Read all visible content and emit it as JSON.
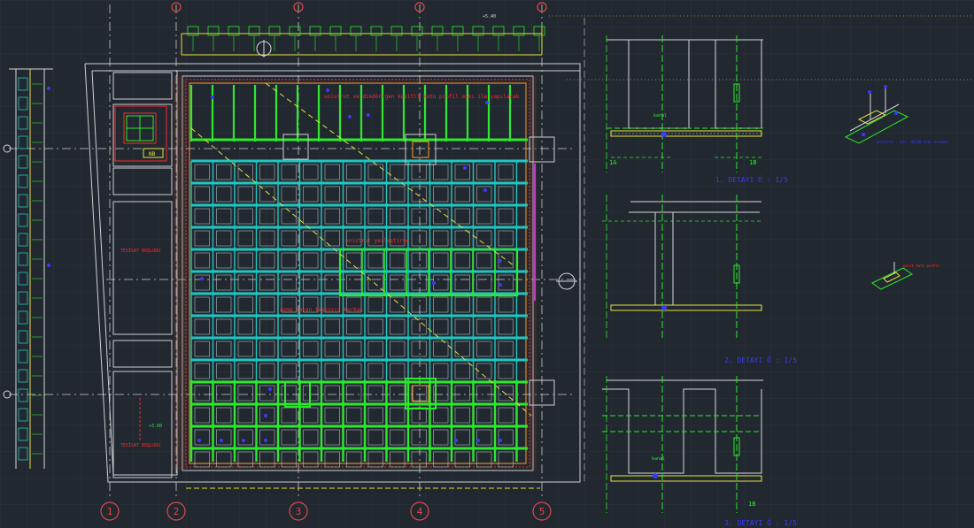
{
  "colors": {
    "background": "#212830",
    "grid": "#2c3540",
    "axis": "#d8d8d8",
    "axis_bubble": "#e04848",
    "green": "#2ee82e",
    "green_dark": "#1f9a2a",
    "cyan": "#1fc7c0",
    "yellow": "#e6e23a",
    "red": "#ff2a2a",
    "blue": "#3a3aff",
    "wall": "#d0d0d0",
    "orange": "#ff9a2a",
    "magenta": "#c03ad0"
  },
  "axis_labels": [
    "1",
    "2",
    "3",
    "4",
    "5"
  ],
  "plan": {
    "title_note": "unistrut ve dikdörtgen kesitli kutu profil askı ile yapılacak",
    "center_note": "unistrut yerleştirme",
    "lower_note": "asma tavan taşıyıcı karkas",
    "room_label_1": "TESİSAT BOŞLUĞU",
    "room_label_2": "TESİSAT BOŞLUĞU",
    "marker_nb": "NB",
    "elev_tag": "+3.60",
    "scale_tag": "+5.40"
  },
  "details": {
    "d1_title": "1. DETAYI  Ö : 1/5",
    "d1_left": "1A",
    "d1_right": "1B",
    "d1_label": "kanal",
    "d2_title": "2. DETAYI  Ö : 1/5",
    "d3_title": "3. DETAYI  Ö : 1/5",
    "d3_right": "1B",
    "d3_label": "kanal",
    "iso1_note": "unistrut - min. 40/40 askı elemanı",
    "iso2_note": "çelik kutu profil"
  }
}
